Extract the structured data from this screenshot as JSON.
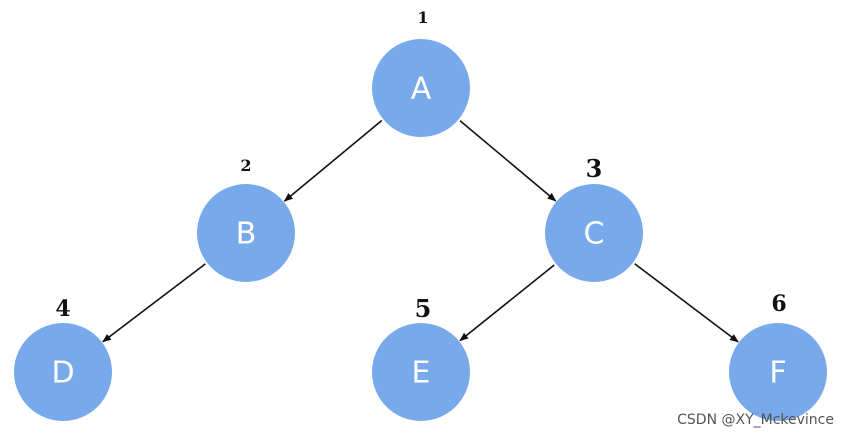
{
  "diagram": {
    "node_color": "#78a9ea",
    "label_color": "#ffffff",
    "edge_color": "#111111",
    "nodes": [
      {
        "id": "A",
        "label": "A",
        "order": "1"
      },
      {
        "id": "B",
        "label": "B",
        "order": "2"
      },
      {
        "id": "C",
        "label": "C",
        "order": "3"
      },
      {
        "id": "D",
        "label": "D",
        "order": "4"
      },
      {
        "id": "E",
        "label": "E",
        "order": "5"
      },
      {
        "id": "F",
        "label": "F",
        "order": "6"
      }
    ],
    "edges": [
      {
        "from": "A",
        "to": "B"
      },
      {
        "from": "A",
        "to": "C"
      },
      {
        "from": "B",
        "to": "D"
      },
      {
        "from": "C",
        "to": "E"
      },
      {
        "from": "C",
        "to": "F"
      }
    ]
  },
  "watermark": "CSDN @XY_Mckevince"
}
